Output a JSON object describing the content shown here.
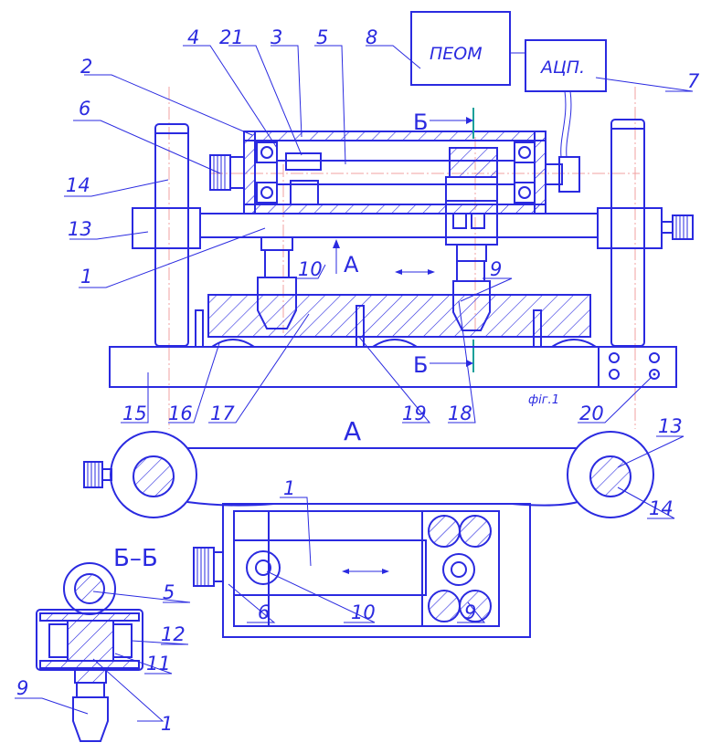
{
  "boxes": {
    "pc": "ПЕОМ",
    "adc": "АЦП."
  },
  "section_marks": {
    "b_top": "Б",
    "b_bottom": "Б",
    "view_a": "А",
    "view_a_arrow": "А",
    "section_title": "Б–Б"
  },
  "figure_caption": "фіг.1",
  "callouts": {
    "c1": "1",
    "c2": "2",
    "c3": "3",
    "c4": "4",
    "c5": "5",
    "c6": "6",
    "c7": "7",
    "c8": "8",
    "c9": "9",
    "c10": "10",
    "c13": "13",
    "c14": "14",
    "c15": "15",
    "c16": "16",
    "c17": "17",
    "c18": "18",
    "c19": "19",
    "c20": "20",
    "c21": "21",
    "a13": "13",
    "a14": "14",
    "a1": "1",
    "a6": "6",
    "a10": "10",
    "a9": "9",
    "s5": "5",
    "s12": "12",
    "s11": "11",
    "s9": "9",
    "s1": "1"
  },
  "colors": {
    "line": "#2a2ae0",
    "axis": "#f0a0a0",
    "probe": "#1aa09a"
  }
}
